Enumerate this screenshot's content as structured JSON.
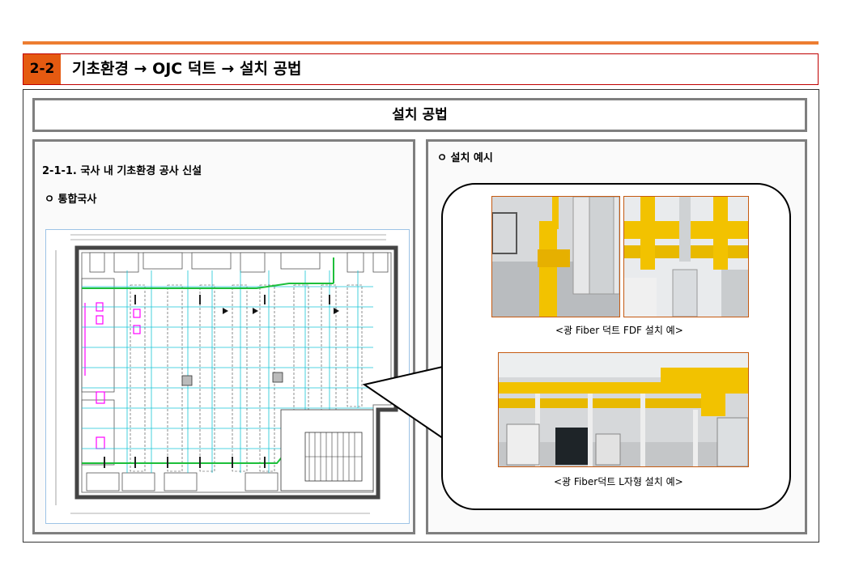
{
  "header": {
    "section_number": "2-2",
    "title": "기초환경 → OJC 덕트 → 설치 공법"
  },
  "panel_title": "설치 공법",
  "left": {
    "heading": "2-1-1. 국사 내 기초환경 공사 신설",
    "bullet": "ㅇ 통합국사"
  },
  "right": {
    "bullet": "ㅇ 설치 예시",
    "caption_top": "<광 Fiber 덕트 FDF 설치 예>",
    "caption_bottom": "<광 Fiber덕트 L자형 설치 예>"
  },
  "colors": {
    "accent_orange": "#ed7d31",
    "section_badge": "#e55a11",
    "title_border": "#c00000",
    "duct_yellow": "#f2c200"
  }
}
